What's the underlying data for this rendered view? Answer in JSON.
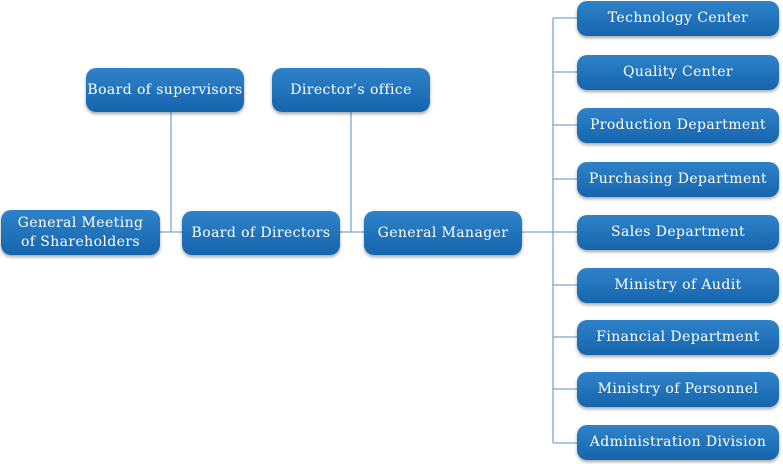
{
  "org_chart": {
    "shareholders": [
      "General Meeting",
      "of Shareholders"
    ],
    "board_of_directors": "Board of Directors",
    "board_of_supervisors": "Board of supervisors",
    "directors_office": "Director’s office",
    "general_manager": "General Manager",
    "departments": [
      "Technology Center",
      "Quality Center",
      "Production Department",
      "Purchasing Department",
      "Sales Department",
      "Ministry of Audit",
      "Financial Department",
      "Ministry of Personnel",
      "Administration Division"
    ]
  },
  "colors": {
    "node_fill": "#1f6fb8",
    "connector": "#7aa7d4",
    "text": "#ffffff"
  }
}
